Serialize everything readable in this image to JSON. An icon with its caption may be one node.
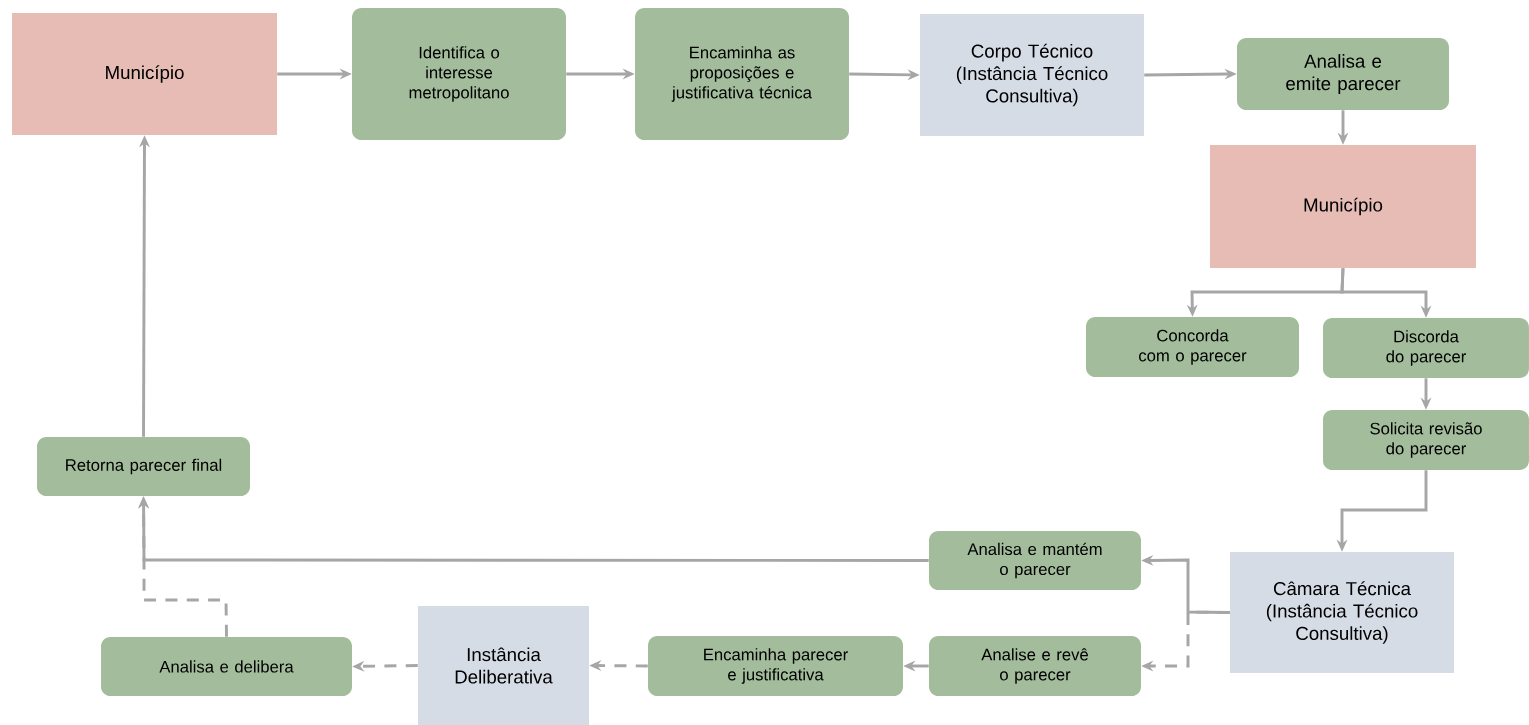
{
  "diagram": {
    "nodes": [
      {
        "text": [
          "Município"
        ]
      },
      {
        "text": [
          "Identifica o interesse metropolitano"
        ]
      },
      {
        "text": [
          "Encaminha as proposições e justificativa técnica"
        ]
      },
      {
        "text": [
          "Corpo Técnico (Instância Técnico Consultiva)"
        ]
      },
      {
        "text": [
          "Analisa e emite parecer"
        ]
      },
      {
        "text": [
          "Município"
        ]
      },
      {
        "text": [
          "Concorda com o parecer"
        ]
      },
      {
        "text": [
          "Discorda do parecer"
        ]
      },
      {
        "text": [
          "Solicita revisão do parecer"
        ]
      },
      {
        "text": [
          "Câmara Técnica (Instância Técnico Consultiva)"
        ]
      },
      {
        "text": [
          "Analisa e mantém o parecer"
        ]
      },
      {
        "text": [
          "Analise e revê o parecer"
        ]
      },
      {
        "text": [
          "Encaminha parecer e justificativa"
        ]
      },
      {
        "text": [
          "Instância Deliberativa"
        ]
      },
      {
        "text": [
          "Analisa e delibera"
        ]
      },
      {
        "text": [
          "Retorna parecer final"
        ]
      }
    ],
    "edges": [
      {
        "from": 0,
        "to": 1,
        "arrow": "to"
      },
      {
        "from": 1,
        "to": 2,
        "arrow": "to"
      },
      {
        "from": 2,
        "to": 3,
        "arrow": "to"
      },
      {
        "from": 3,
        "to": 4,
        "arrow": "to"
      },
      {
        "from": 4,
        "to": 5,
        "arrow": "to"
      },
      {
        "from": 5,
        "to": 6,
        "arrow": "to"
      },
      {
        "from": 5,
        "to": 7,
        "arrow": "to"
      },
      {
        "from": 7,
        "to": 8,
        "arrow": "to"
      },
      {
        "from": 8,
        "to": 9,
        "arrow": "to"
      },
      {
        "from": 9,
        "to": 10,
        "arrow": "to"
      },
      {
        "from": 9,
        "to": 11,
        "arrow": "to",
        "style": "dashed"
      },
      {
        "from": 11,
        "to": 12,
        "arrow": "to"
      },
      {
        "from": 12,
        "to": 13,
        "arrow": "to",
        "style": "dashed"
      },
      {
        "from": 13,
        "to": 14,
        "arrow": "to",
        "style": "dashed"
      },
      {
        "from": 10,
        "to": 15,
        "arrow": "to"
      },
      {
        "from": 14,
        "to": 15,
        "arrow": "to",
        "style": "dashed"
      },
      {
        "from": 15,
        "to": 0,
        "arrow": "to"
      }
    ]
  }
}
